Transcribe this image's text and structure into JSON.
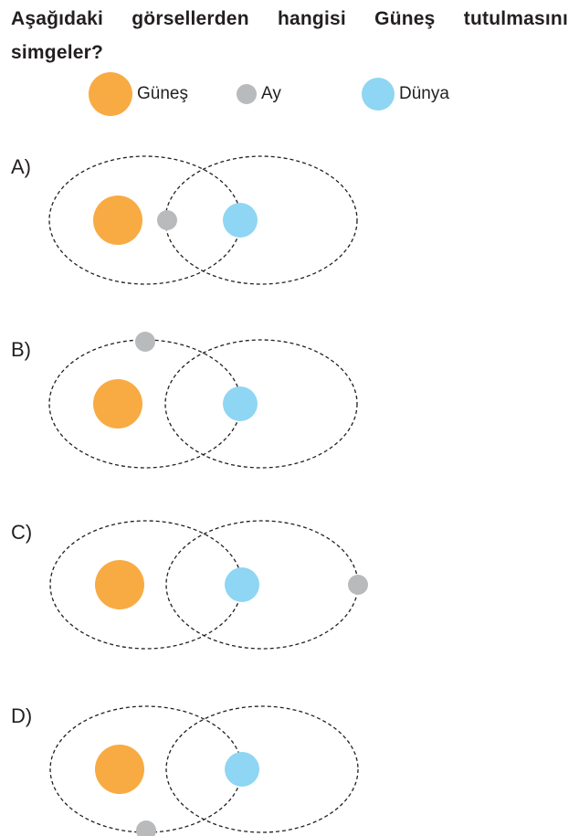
{
  "question": {
    "text": "Aşağıdaki görsellerden hangisi Güneş tutulması­nı simgeler?"
  },
  "legend": {
    "sun_label": "Güneş",
    "moon_label": "Ay",
    "earth_label": "Dünya"
  },
  "colors": {
    "sun": "#f8ab43",
    "moon": "#b9babc",
    "earth": "#8ed6f3",
    "orbit": "#231f20",
    "text": "#231f20"
  },
  "options": [
    {
      "label": "A)",
      "moon_position": "between-sun-and-earth"
    },
    {
      "label": "B)",
      "moon_position": "top-of-sun-orbit"
    },
    {
      "label": "C)",
      "moon_position": "right-of-earth-orbit"
    },
    {
      "label": "D)",
      "moon_position": "bottom-of-sun-orbit"
    }
  ]
}
